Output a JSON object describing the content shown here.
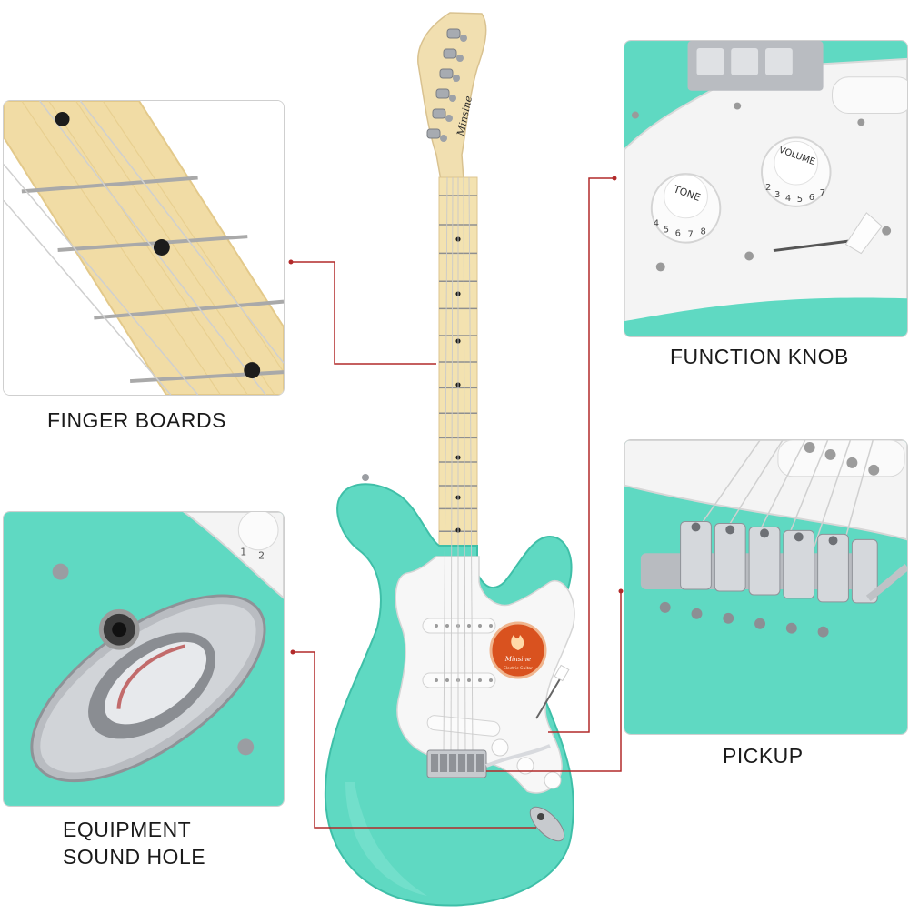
{
  "colors": {
    "body": "#5fd9c2",
    "body_dark": "#3fbfa8",
    "pickguard": "#f7f7f7",
    "maple": "#f3e2b0",
    "fret": "#b9b9b9",
    "leader": "#b22a2a",
    "chrome": "#c9ccd1",
    "badge": "#d9521f"
  },
  "captions": {
    "finger_boards": "FINGER BOARDS",
    "function_knob": "FUNCTION KNOB",
    "pickup": "PICKUP",
    "equipment_line1": "EQUIPMENT",
    "equipment_line2": "SOUND HOLE"
  },
  "headstock_logo": "Minsine",
  "badge": {
    "brand": "Minsine",
    "subtitle": "Electric Guitar"
  },
  "knob_labels": {
    "tone": "TONE",
    "volume": "VOLUME"
  },
  "knob_numbers": [
    "2",
    "3",
    "4",
    "5",
    "6",
    "7",
    "8"
  ],
  "jack_knob_numbers": [
    "1",
    "2"
  ]
}
